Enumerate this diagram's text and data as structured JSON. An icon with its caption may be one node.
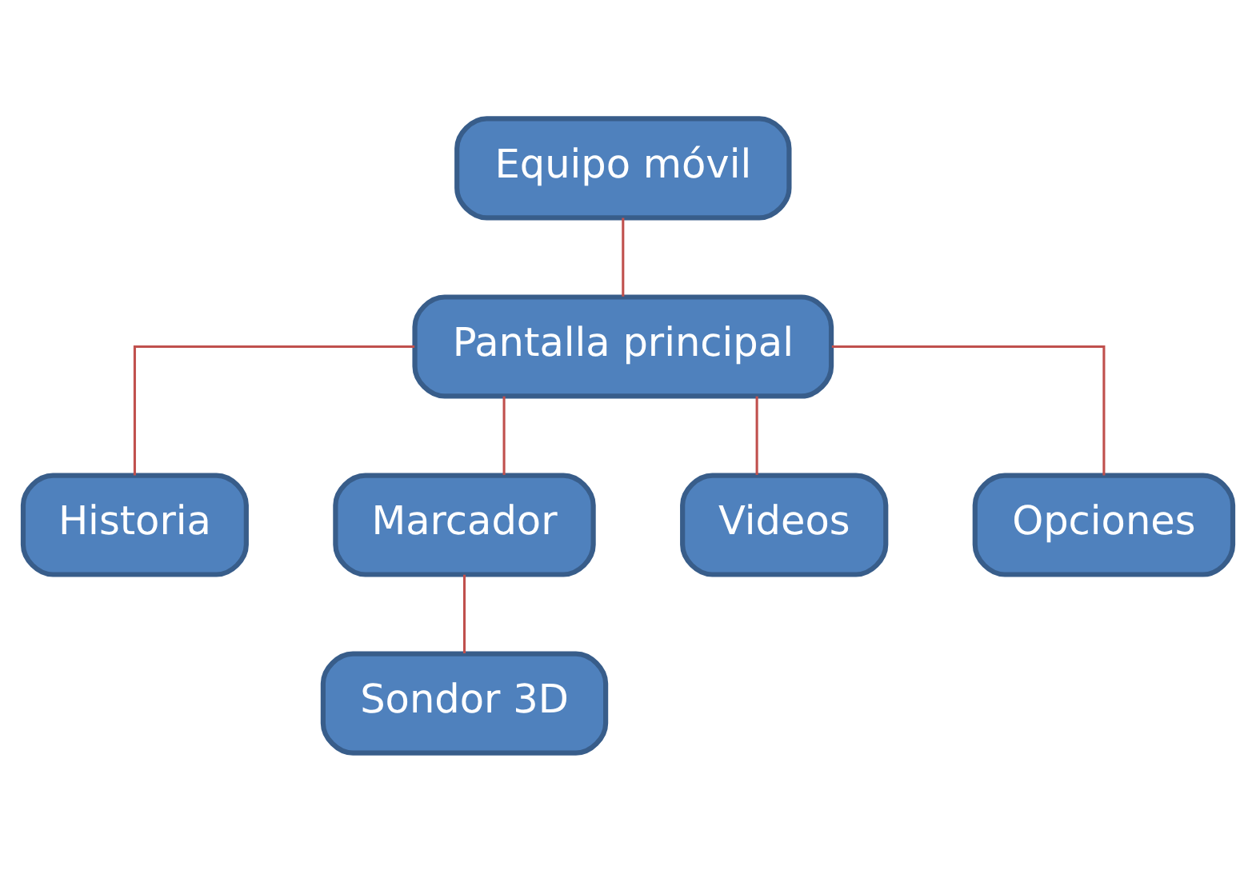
{
  "diagram": {
    "nodes": [
      {
        "text": [
          "Equipo móvil"
        ]
      },
      {
        "text": [
          "Pantalla principal"
        ]
      },
      {
        "text": [
          "Historia"
        ]
      },
      {
        "text": [
          "Marcador"
        ]
      },
      {
        "text": [
          "Videos"
        ]
      },
      {
        "text": [
          "Opciones"
        ]
      },
      {
        "text": [
          "Sondor 3D"
        ]
      }
    ],
    "edges": [
      {
        "from": 0,
        "to": 1,
        "arrow": "none"
      },
      {
        "from": 1,
        "to": 2,
        "arrow": "none"
      },
      {
        "from": 1,
        "to": 3,
        "arrow": "none"
      },
      {
        "from": 1,
        "to": 4,
        "arrow": "none"
      },
      {
        "from": 1,
        "to": 5,
        "arrow": "none"
      },
      {
        "from": 3,
        "to": 6,
        "arrow": "none"
      }
    ]
  }
}
